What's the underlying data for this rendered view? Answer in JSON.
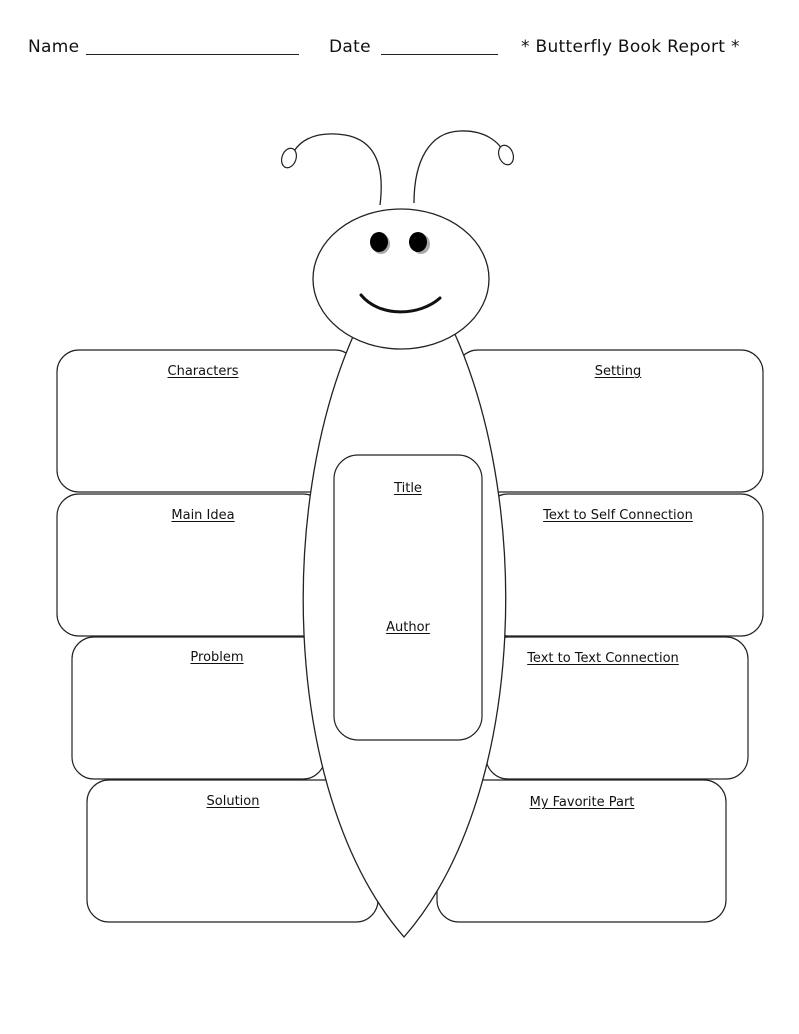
{
  "header": {
    "name_label": "Name",
    "date_label": "Date",
    "title": "* Butterfly Book Report *"
  },
  "wings": {
    "characters": "Characters",
    "setting": "Setting",
    "main_idea": "Main Idea",
    "text_to_self": "Text to Self Connection",
    "problem": "Problem",
    "text_to_text": "Text to Text Connection",
    "solution": "Solution",
    "favorite_part": "My Favorite Part"
  },
  "body_panel": {
    "title_label": "Title",
    "author_label": "Author"
  },
  "colors": {
    "stroke": "#222222",
    "fill": "#ffffff",
    "eyes": "#000000"
  }
}
